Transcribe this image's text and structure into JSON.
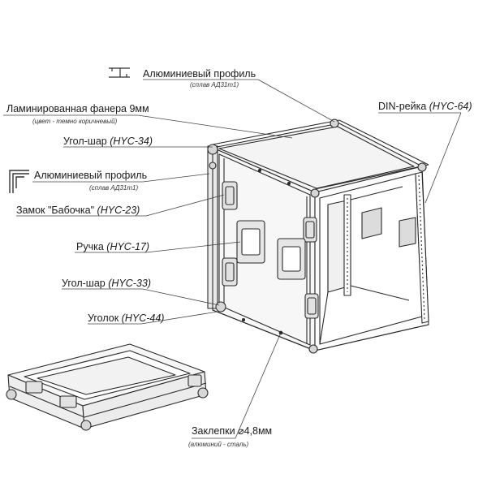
{
  "labels": {
    "alu_profile_top": {
      "name": "Алюминиевый профиль",
      "sub": "(сплав АД31т1)"
    },
    "plywood": {
      "name": "Ламинированная фанера 9мм",
      "sub": "(цвет - темно коричневый)"
    },
    "ball_corner_top": {
      "name": "Угол-шар ",
      "code": "(HYC-34)"
    },
    "alu_profile_mid": {
      "name": "Алюминиевый профиль",
      "sub": "(сплав АД31т1)"
    },
    "butterfly_lock": {
      "name": "Замок \"Бабочка\" ",
      "code": "(HYC-23)"
    },
    "handle": {
      "name": "Ручка ",
      "code": "(HYC-17)"
    },
    "ball_corner_bottom": {
      "name": "Угол-шар ",
      "code": "(HYC-33)"
    },
    "corner": {
      "name": "Уголок ",
      "code": "(HYC-44)"
    },
    "din_rail": {
      "name": "DIN-рейка ",
      "code": "(HYC-64)"
    },
    "rivets": {
      "name": "Заклепки ⌀4,8мм",
      "sub": "(алюминий - сталь)"
    }
  },
  "icons": [
    "alu-profile-section-icon",
    "alu-corner-profile-icon"
  ]
}
